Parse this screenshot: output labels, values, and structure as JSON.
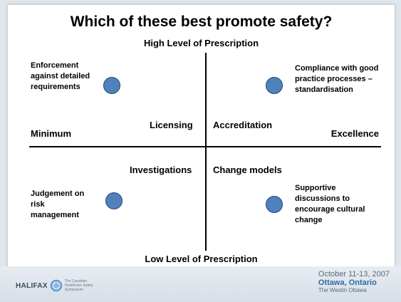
{
  "title": "Which of these best promote safety?",
  "axes": {
    "top": "High Level of Prescription",
    "bottom": "Low Level of Prescription",
    "left": "Minimum",
    "right": "Excellence"
  },
  "quadrant_labels": {
    "top_left": "Licensing",
    "top_right": "Accreditation",
    "bottom_left": "Investigations",
    "bottom_right": "Change models"
  },
  "items": {
    "top_left": "Enforcement against  detailed requirements",
    "top_right": "Compliance with good practice processes – standardisation",
    "bottom_left": "Judgement on risk management",
    "bottom_right": "Supportive discussions to encourage cultural change"
  },
  "colors": {
    "dot": "#4f81bd",
    "accent": "#2d6aa0"
  },
  "footer": {
    "logo": "HALIFAX",
    "logo_tagline": "The Canadian Healthcare Safety Symposium",
    "dates": "October 11-13, 2007",
    "city": "Ottawa, Ontario",
    "venue": "The Westin Ottawa"
  }
}
